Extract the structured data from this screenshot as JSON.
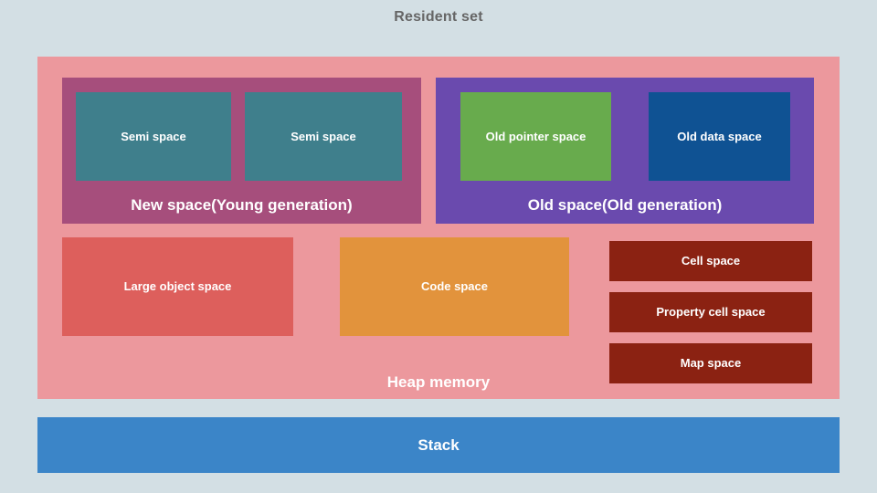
{
  "title": "Resident set",
  "colors": {
    "background": "#d3dfe4",
    "title_text": "#666666",
    "heap": "#ec989d",
    "new_space": "#a64e7c",
    "old_space": "#6a4aae",
    "semi_space": "#3f7f8c",
    "old_pointer_space": "#68ab4d",
    "old_data_space": "#0f5293",
    "large_object_space": "#dd5f5c",
    "code_space": "#e2933c",
    "cell_spaces": "#8b2212",
    "stack": "#3b85c8",
    "label_text": "#ffffff"
  },
  "heap": {
    "label": "Heap memory",
    "new_space": {
      "label": "New space(Young generation)",
      "children": [
        {
          "label": "Semi space"
        },
        {
          "label": "Semi space"
        }
      ]
    },
    "old_space": {
      "label": "Old space(Old generation)",
      "children": [
        {
          "label": "Old pointer space"
        },
        {
          "label": "Old data space"
        }
      ]
    },
    "other_spaces": [
      {
        "label": "Large object space"
      },
      {
        "label": "Code space"
      },
      {
        "label": "Cell space"
      },
      {
        "label": "Property cell space"
      },
      {
        "label": "Map space"
      }
    ]
  },
  "stack": {
    "label": "Stack"
  }
}
